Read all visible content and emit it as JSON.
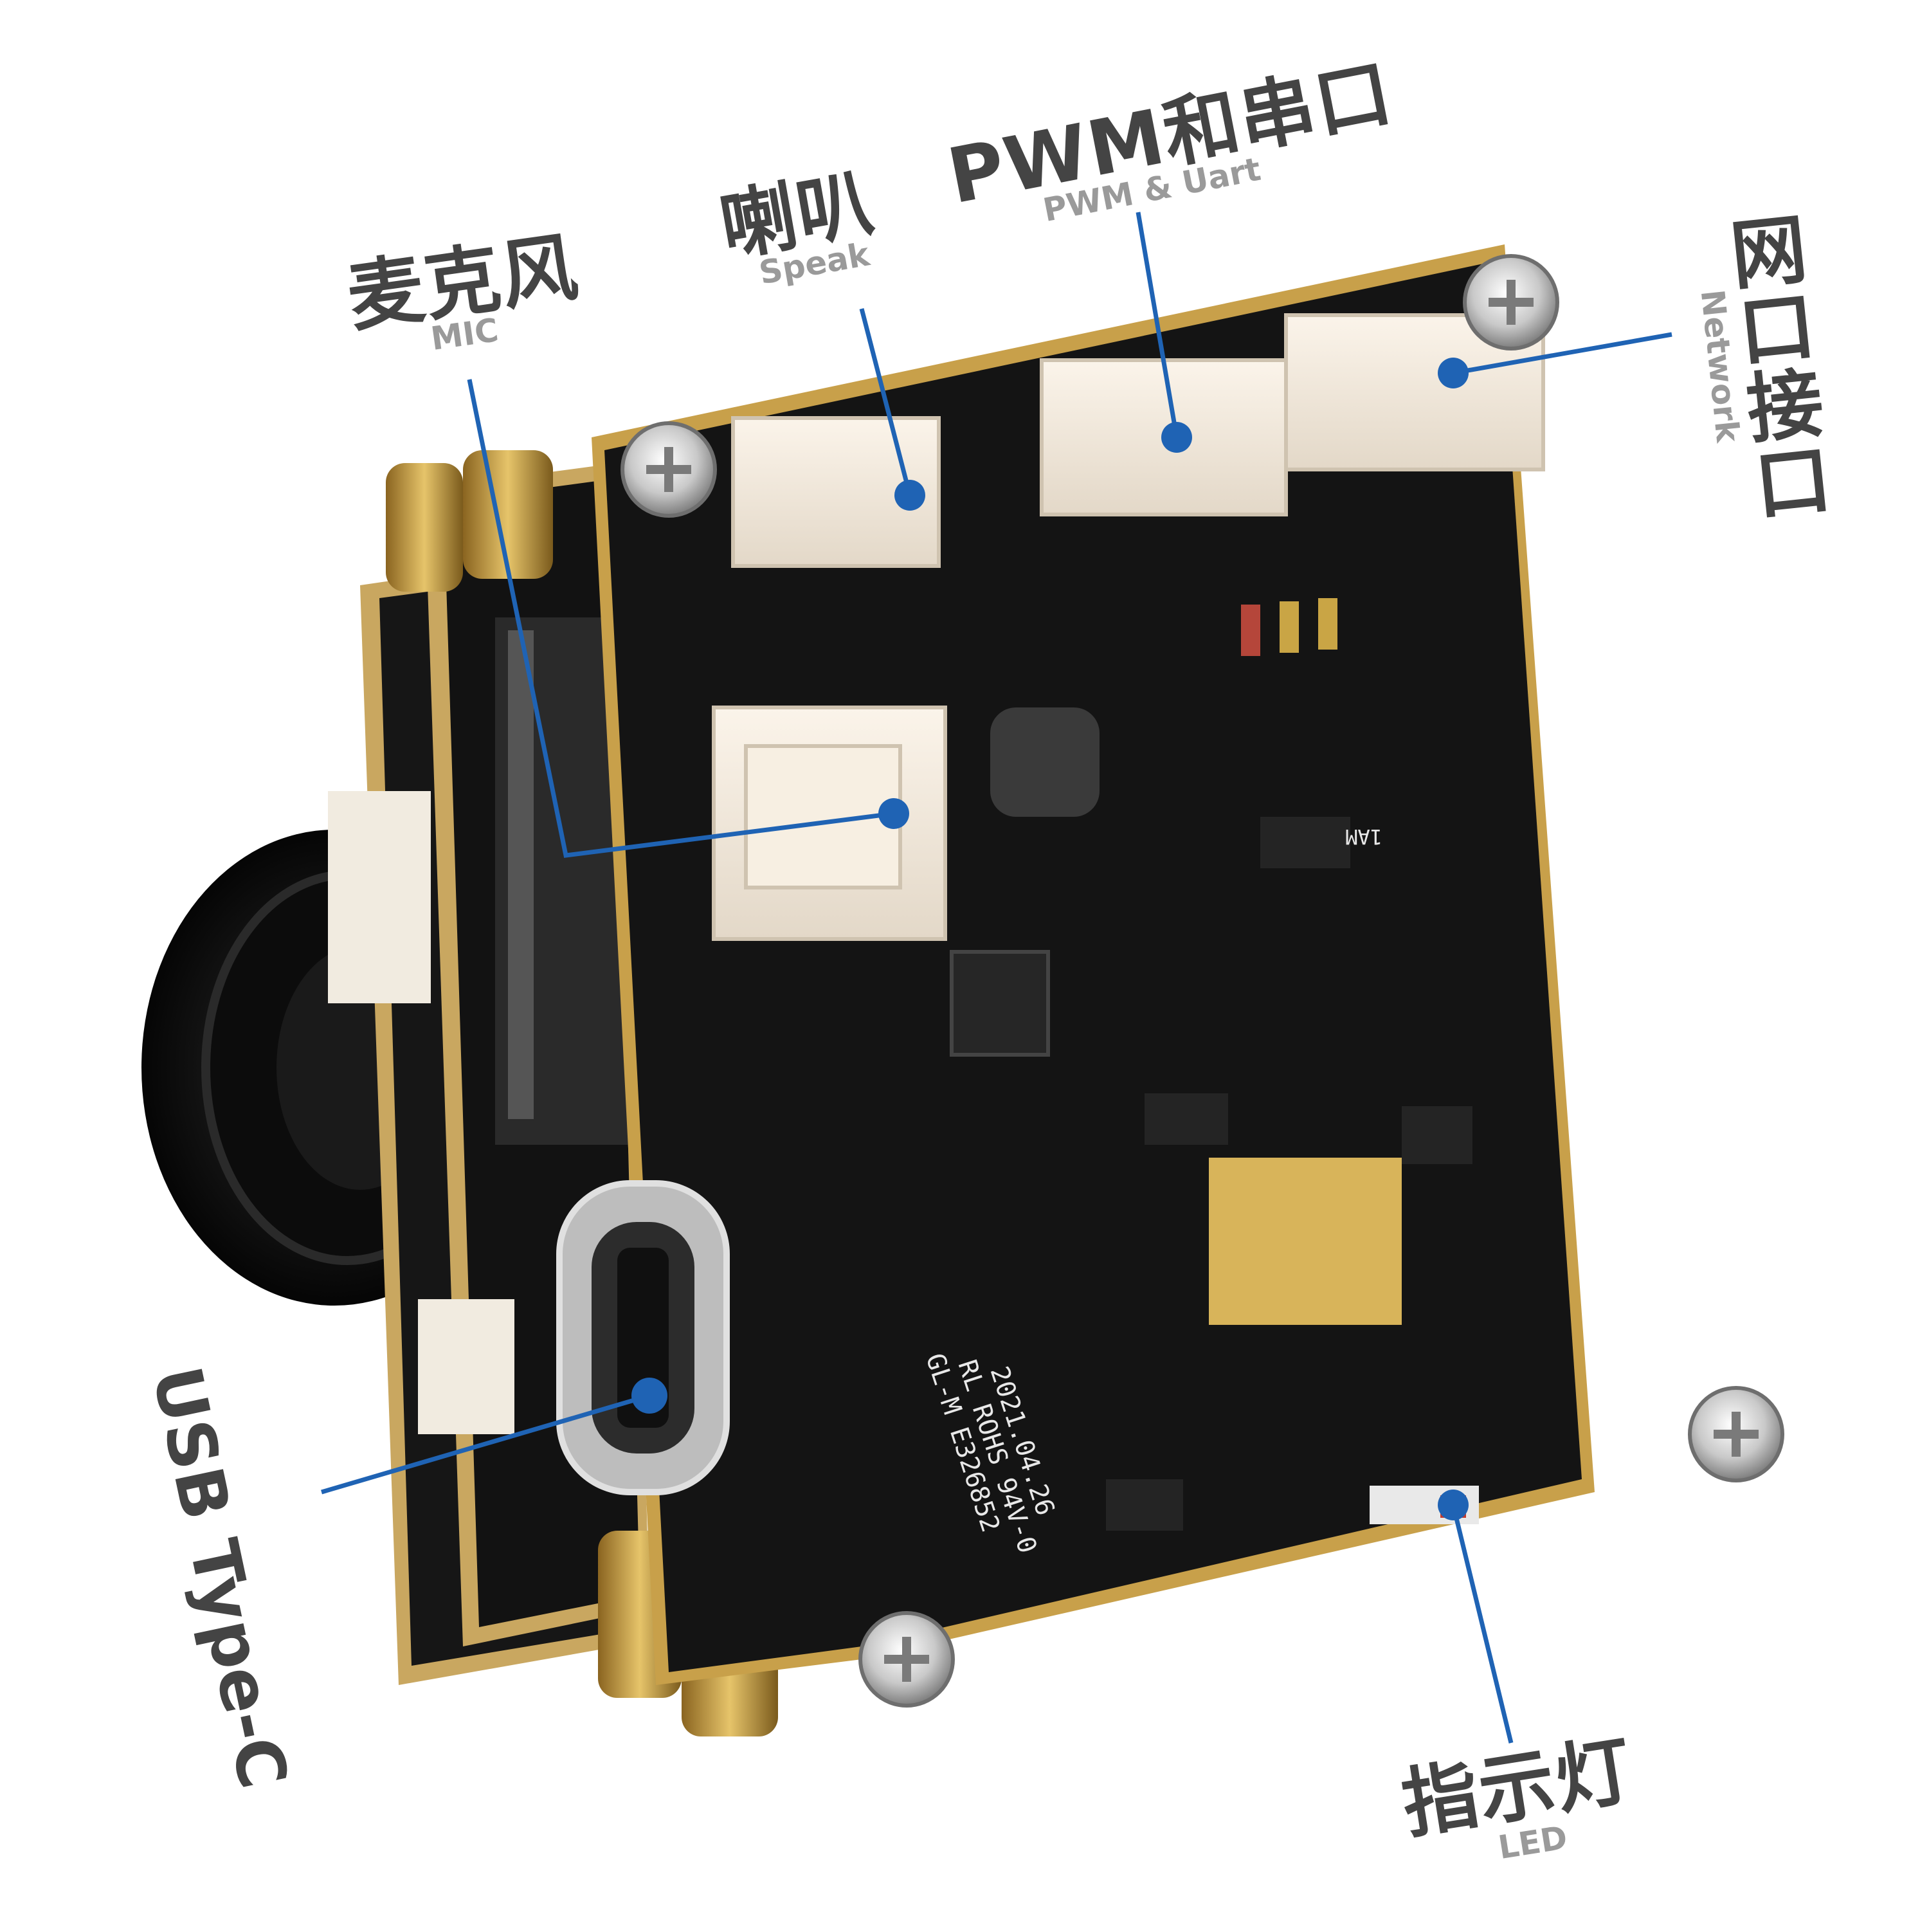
{
  "colors": {
    "callout": "#1f63b4",
    "label_main": "#444444",
    "label_sub": "#9a9a9a",
    "pcb": "#141414",
    "gold": "#c8a04a"
  },
  "callouts": {
    "mic": {
      "cn": "麦克风",
      "en": "MIC"
    },
    "speak": {
      "cn": "喇叭",
      "en": "Speak"
    },
    "pwm": {
      "cn": "PWM和串口",
      "en": "PWM & Uart"
    },
    "network": {
      "cn": "网口接口",
      "en": "Network"
    },
    "usb": {
      "text": "USB Type-C"
    },
    "led": {
      "cn": "指示灯",
      "en": "LED"
    }
  },
  "silkscreen": {
    "line1": "2021.04.26",
    "line2": "RL ROHS 94V-0",
    "line3": "GL-M E326852",
    "part_mark": "1AM"
  },
  "icons": [
    "camera-module-photo",
    "lens-icon",
    "screw-icon"
  ]
}
